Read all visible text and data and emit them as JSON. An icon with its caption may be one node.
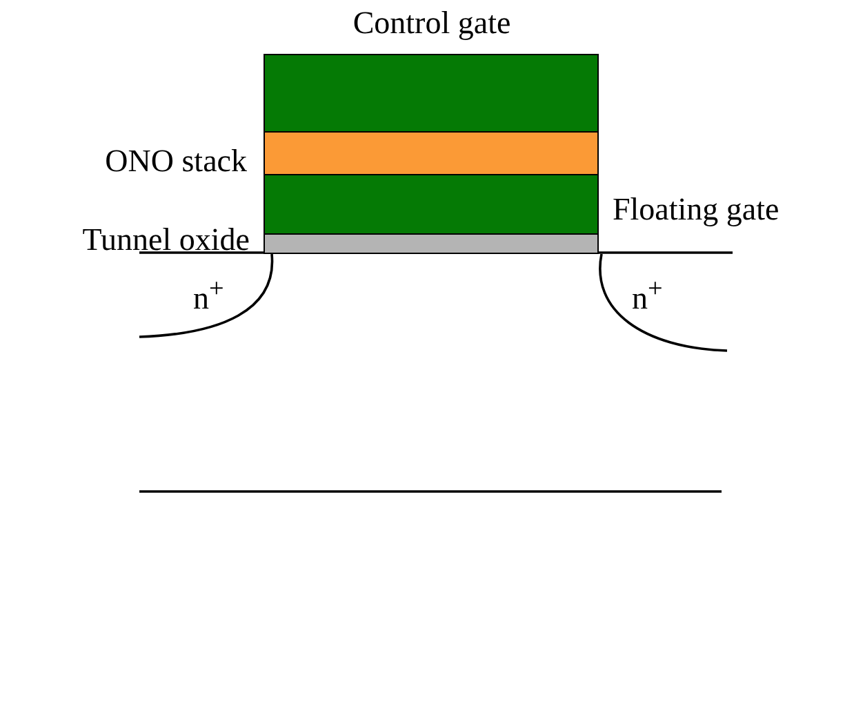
{
  "diagram": {
    "nodes": [
      {
        "text": [
          "Control gate"
        ]
      },
      {
        "text": [
          "ONO stack"
        ]
      },
      {
        "text": [
          "Floating gate"
        ]
      },
      {
        "text": [
          "Tunnel oxide"
        ]
      }
    ],
    "labels": [
      "n$^{+}$",
      "n$^{+}$"
    ]
  }
}
